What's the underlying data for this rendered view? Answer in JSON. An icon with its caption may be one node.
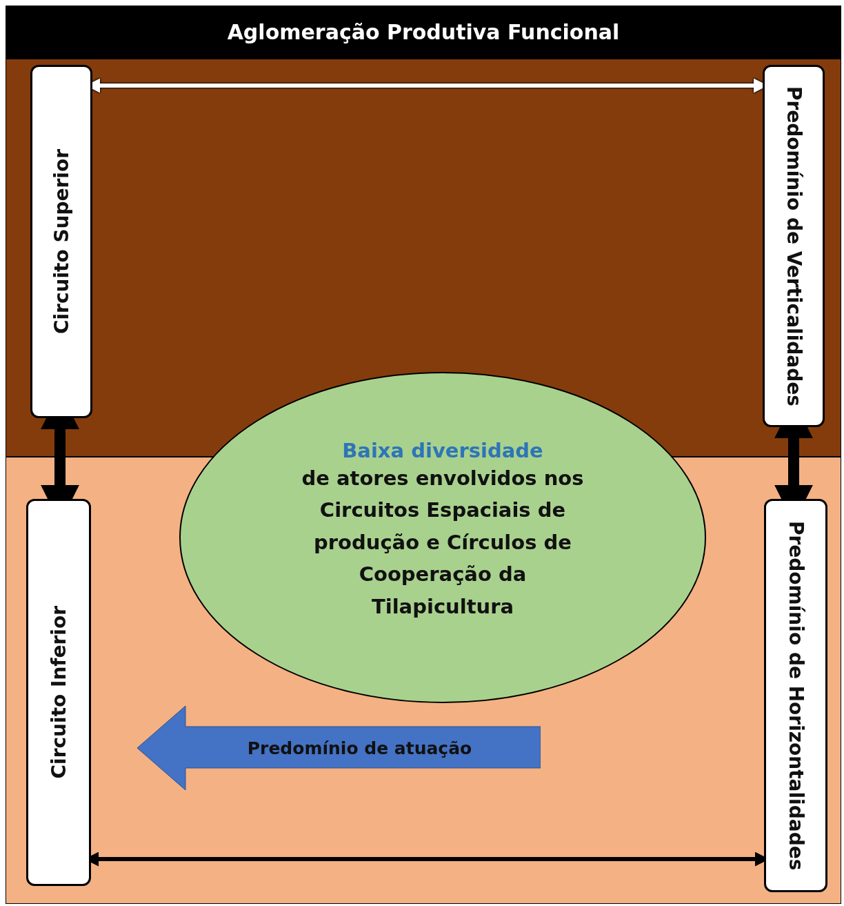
{
  "diagram": {
    "title": "Aglomeração Produtiva Funcional",
    "nodes": [
      {
        "text": [],
        "shape": "box"
      },
      {
        "text": [
          "Circuito Superior"
        ],
        "in": 0
      },
      {
        "text": [
          "Predomínio de Verticalidades"
        ],
        "in": 0
      },
      {
        "text": [],
        "shape": "box"
      },
      {
        "text": [
          "Circuito Inferior"
        ],
        "in": 3
      },
      {
        "text": [
          "Predomínio de Horizontalidades"
        ],
        "in": 3
      },
      {
        "text": [
          "Baixa diversidade",
          "de atores envolvidos nos Circuitos Espaciais de produção e Círculos de Cooperação da Tilapicultura"
        ]
      },
      {
        "text": [
          "Predomínio de atuação"
        ],
        "in": 3
      }
    ],
    "edges": [
      {
        "from": 1,
        "to": 2,
        "arrow": "both",
        "color": "#ffffff"
      },
      {
        "from": 1,
        "to": 4,
        "arrow": "both",
        "style": "thick"
      },
      {
        "from": 2,
        "to": 5,
        "arrow": "both",
        "style": "thick"
      },
      {
        "from": 4,
        "to": 5,
        "arrow": "both"
      }
    ]
  }
}
